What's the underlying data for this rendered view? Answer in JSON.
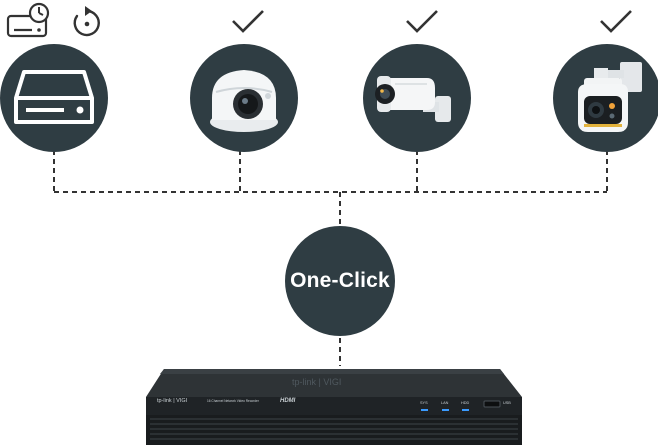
{
  "center_label": "One-Click",
  "top_left_icons": [
    "nvr-schedule-icon",
    "sync-icon"
  ],
  "status_icons": [
    "checkmark-icon",
    "checkmark-icon",
    "checkmark-icon"
  ],
  "device_circles": [
    {
      "icon": "nvr-drive-icon"
    },
    {
      "icon": "turret-camera-icon"
    },
    {
      "icon": "bullet-camera-icon"
    },
    {
      "icon": "ptz-camera-icon"
    }
  ],
  "nvr": {
    "brand": "tp-link | VIGI",
    "model_text": "16 Channel Network Video Recorder",
    "hdmi_label": "HDMI",
    "indicators": [
      "SYS",
      "LAN",
      "HDD"
    ],
    "usb_label": "USB"
  },
  "colors": {
    "circle": "#2f3d43",
    "connector": "#333333",
    "nvr_body": "#222628",
    "led": "#3b9bff"
  }
}
